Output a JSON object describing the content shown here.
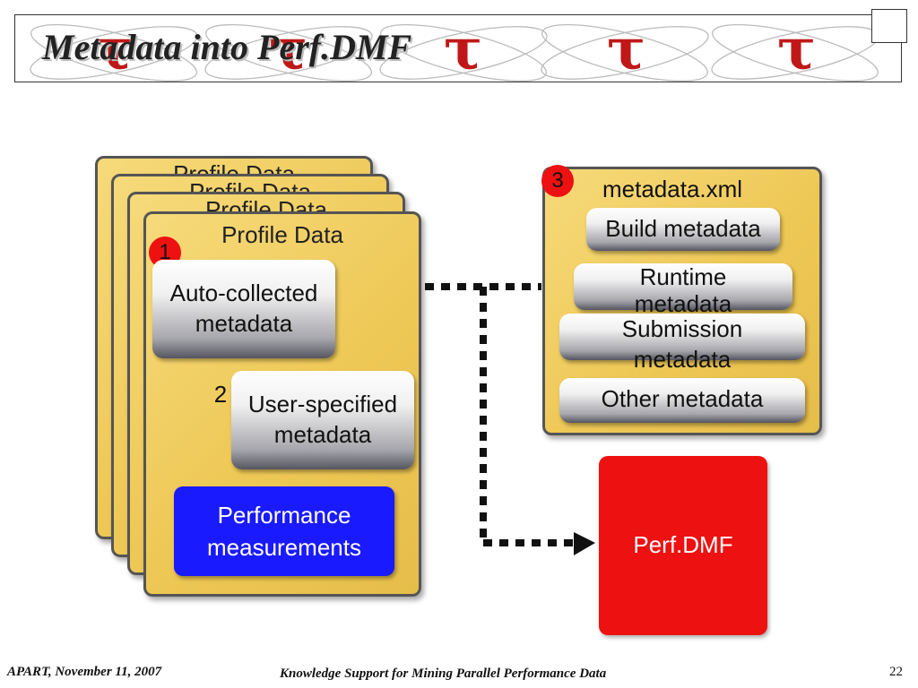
{
  "slide": {
    "title": "Metadata into Perf.DMF",
    "tau_symbol": "τ"
  },
  "profiles": {
    "stack_title": "Profile Data",
    "front_title": "Profile Data",
    "badge_1": "1",
    "badge_2": "2",
    "auto_collected": [
      "Auto-collected",
      "metadata"
    ],
    "user_specified": [
      "User-specified",
      "metadata"
    ],
    "performance": [
      "Performance",
      "measurements"
    ]
  },
  "metadata_file": {
    "badge_3": "3",
    "title": "metadata.xml",
    "items": [
      {
        "lines": [
          "Build metadata"
        ]
      },
      {
        "lines": [
          "Runtime",
          "metadata"
        ]
      },
      {
        "lines": [
          "Submission",
          "metadata"
        ]
      },
      {
        "lines": [
          "Other metadata"
        ]
      }
    ]
  },
  "perfdmf": {
    "label": "Perf.DMF"
  },
  "footer": {
    "left": "APART, November 11, 2007",
    "center": "Knowledge Support for Mining Parallel Performance Data",
    "page": "22"
  },
  "colors": {
    "card": "#eec856",
    "badge": "#ee1111",
    "perf_box": "#1a1aff",
    "perfdmf": "#ee1111",
    "tau": "#c01818"
  }
}
